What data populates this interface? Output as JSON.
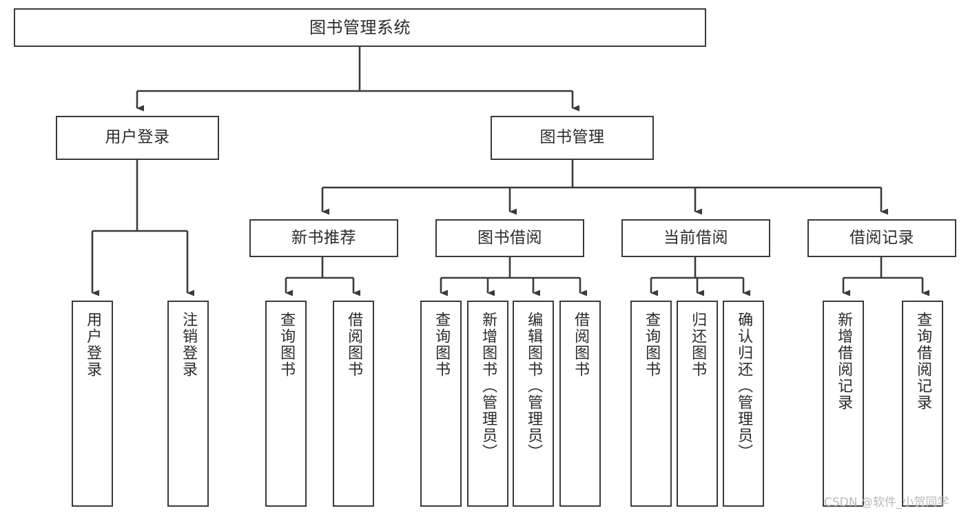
{
  "diagram": {
    "title": "图书管理系统",
    "type": "hierarchy-tree",
    "style": {
      "box_border_color": "#3a3a3a",
      "box_fill": "#ffffff",
      "line_color": "#3a3a3a",
      "text_color": "#2b2b2b",
      "background": "#ffffff"
    },
    "nodes": {
      "root": {
        "label": "图书管理系统"
      },
      "level1": [
        {
          "label": "用户登录"
        },
        {
          "label": "图书管理"
        }
      ],
      "level2": [
        {
          "label": "新书推荐"
        },
        {
          "label": "图书借阅"
        },
        {
          "label": "当前借阅"
        },
        {
          "label": "借阅记录"
        }
      ],
      "leaves": {
        "user_login": [
          {
            "label": "用户登录"
          },
          {
            "label": "注销登录"
          }
        ],
        "new_book_recommend": [
          {
            "label": "查询图书"
          },
          {
            "label": "借阅图书"
          }
        ],
        "book_borrow": [
          {
            "label": "查询图书"
          },
          {
            "label": "新增图书（管理员）"
          },
          {
            "label": "编辑图书（管理员）"
          },
          {
            "label": "借阅图书"
          }
        ],
        "current_borrow": [
          {
            "label": "查询图书"
          },
          {
            "label": "归还图书"
          },
          {
            "label": "确认归还（管理员）"
          }
        ],
        "borrow_record": [
          {
            "label": "新增借阅记录"
          },
          {
            "label": "查询借阅记录"
          }
        ]
      }
    },
    "watermark": "CSDN @软件_小贺同学"
  }
}
